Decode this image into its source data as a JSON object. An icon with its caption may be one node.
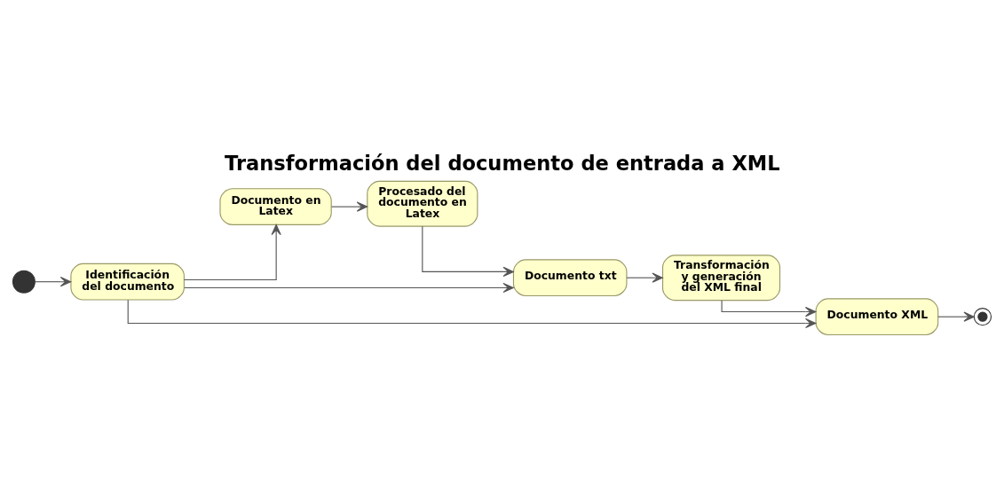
{
  "diagram": {
    "title": "Transformación del documento de entrada a XML",
    "nodes": [
      {
        "text": [],
        "shape": "circle"
      },
      {
        "text": [
          "Identificación del documento"
        ]
      },
      {
        "text": [
          "Documento en Latex"
        ]
      },
      {
        "text": [
          "Procesado del documento en Latex"
        ]
      },
      {
        "text": [
          "Documento txt"
        ]
      },
      {
        "text": [
          "Transformación y generación del XML final"
        ]
      },
      {
        "text": [
          "Documento XML"
        ]
      },
      {
        "text": [],
        "shape": "circle"
      }
    ],
    "edges": [
      {
        "from": 0,
        "to": 1,
        "arrow": "to"
      },
      {
        "from": 1,
        "to": 2,
        "arrow": "to"
      },
      {
        "from": 2,
        "to": 3,
        "arrow": "to"
      },
      {
        "from": 3,
        "to": 4,
        "arrow": "to"
      },
      {
        "from": 1,
        "to": 4,
        "arrow": "to"
      },
      {
        "from": 4,
        "to": 5,
        "arrow": "to"
      },
      {
        "from": 5,
        "to": 6,
        "arrow": "to"
      },
      {
        "from": 1,
        "to": 6,
        "arrow": "to"
      },
      {
        "from": 6,
        "to": 7,
        "arrow": "to"
      }
    ]
  }
}
